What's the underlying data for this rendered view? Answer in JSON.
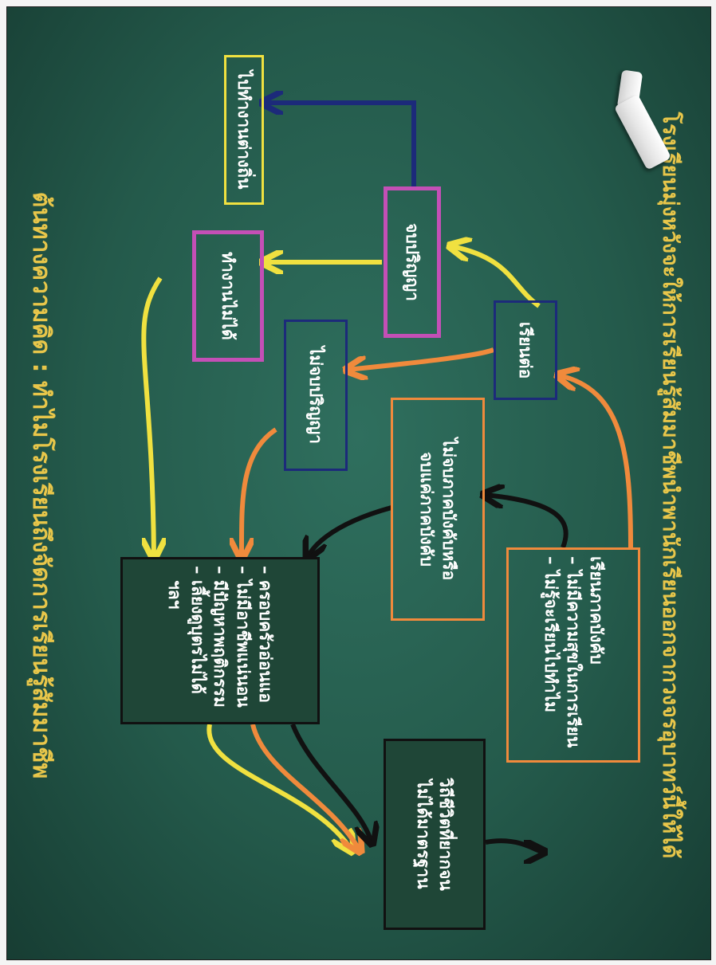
{
  "title_top": "ต้นทางความคิด : ทำไมโรงเรียนถึงจัดการเรียนรู้สัมมาชีพ",
  "title_bottom": "โรงเรียนมุ่งหวังจะให้การเรียนรู้สัมมาชีพนำพานักเรียนออกจากวงจรอุบาทว์นี้ให้ได้",
  "nodes": {
    "work_abroad": "ไปทำงานต่างถิ่น",
    "graduate": "จบปริญญา",
    "no_job": "ทำงานไม่ได้",
    "study_further": "เรียนต่อ",
    "not_graduate": "ไม่จบปริญญา",
    "compulsory_line1": "ไม่จบภาคบังคับหรือ",
    "compulsory_line2": "จบแค่ภาคบังคับ",
    "family_items": [
      "ครอบครัวอ่อนแอ",
      "ไม่มีอาชีพแน่นอน",
      "มีปัญหาพฤติกรรม",
      "เลี้ยงดูบุตรไม่ได้"
    ],
    "family_extra": "ฯลฯ",
    "school_title": "เรียนภาคบังคับ",
    "school_items": [
      "ไม่มีความสุขในการเรียน",
      "ไม่รู้จะเรียนไปทำไม"
    ],
    "poor_line1": "วิถีชีวิตที่ยากจน",
    "poor_line2": "ไม่ได้มาตรฐาน"
  },
  "colors": {
    "board": "#245a4b",
    "title": "#e8c64a",
    "yellow": "#f0e140",
    "purple": "#c44fb6",
    "navy": "#1c2a7a",
    "orange": "#f08a3c",
    "black": "#111111"
  }
}
